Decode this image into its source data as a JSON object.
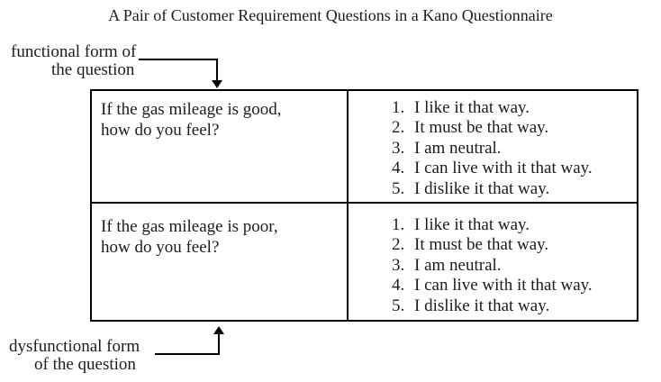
{
  "title": "A Pair of Customer Requirement Questions in a Kano Questionnaire",
  "labels": {
    "functional": {
      "line1": "functional form of",
      "line2": "the question"
    },
    "dysfunctional": {
      "line1": "dysfunctional form",
      "line2": "of the question"
    }
  },
  "icons": {
    "functional_pointer": "arrow-down-icon",
    "dysfunctional_pointer": "arrow-up-icon"
  },
  "table": {
    "rows": [
      {
        "question_line1": "If the gas mileage is good,",
        "question_line2": "how do you feel?",
        "options": [
          {
            "num": "1.",
            "text": "I like it that way."
          },
          {
            "num": "2.",
            "text": "It must be that way."
          },
          {
            "num": "3.",
            "text": "I am neutral."
          },
          {
            "num": "4.",
            "text": "I can live with it that way."
          },
          {
            "num": "5.",
            "text": "I dislike it that way."
          }
        ]
      },
      {
        "question_line1": "If the gas mileage is poor,",
        "question_line2": "how do you feel?",
        "options": [
          {
            "num": "1.",
            "text": "I like it that way."
          },
          {
            "num": "2.",
            "text": "It must be that way."
          },
          {
            "num": "3.",
            "text": "I am neutral."
          },
          {
            "num": "4.",
            "text": "I can live with it that way."
          },
          {
            "num": "5.",
            "text": "I dislike it that way."
          }
        ]
      }
    ]
  },
  "colors": {
    "text": "#1c1c1c",
    "border": "#000000",
    "background": "#ffffff"
  }
}
